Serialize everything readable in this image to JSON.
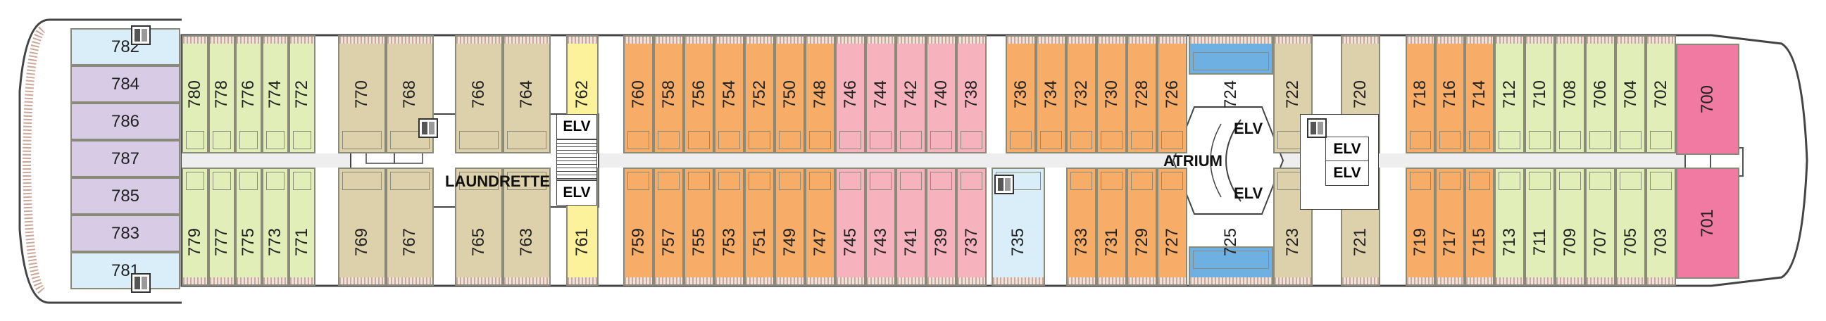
{
  "legend_colors": {
    "lime": "#e1eeb7",
    "orange": "#f7ad68",
    "pink": "#f6b3be",
    "tan": "#ddd1ac",
    "yellow": "#fbf29b",
    "purple": "#d7cbe5",
    "light_blue": "#d9eef8",
    "blue": "#6fb0e2",
    "magenta": "#f07aa2"
  },
  "labels": {
    "laundrette": "LAUNDRETTE",
    "atrium": "ATRIUM",
    "elv": "ELV"
  },
  "cabins": {
    "aft_stack": [
      "782",
      "784",
      "786",
      "787",
      "785",
      "783",
      "781"
    ],
    "top_row": [
      "780",
      "778",
      "776",
      "774",
      "772",
      "770",
      "768",
      "766",
      "764",
      "762",
      "760",
      "758",
      "756",
      "754",
      "752",
      "750",
      "748",
      "746",
      "744",
      "742",
      "740",
      "738",
      "736",
      "734",
      "732",
      "730",
      "728",
      "726",
      "724",
      "722",
      "720",
      "718",
      "716",
      "714",
      "712",
      "710",
      "708",
      "706",
      "704",
      "702"
    ],
    "bottom_row": [
      "779",
      "777",
      "775",
      "773",
      "771",
      "769",
      "767",
      "765",
      "763",
      "761",
      "759",
      "757",
      "755",
      "753",
      "751",
      "749",
      "747",
      "745",
      "743",
      "741",
      "739",
      "737",
      "735",
      "733",
      "731",
      "729",
      "727",
      "725",
      "723",
      "721",
      "719",
      "717",
      "715",
      "713",
      "711",
      "709",
      "707",
      "705",
      "703"
    ],
    "bow": [
      "700",
      "701"
    ]
  }
}
